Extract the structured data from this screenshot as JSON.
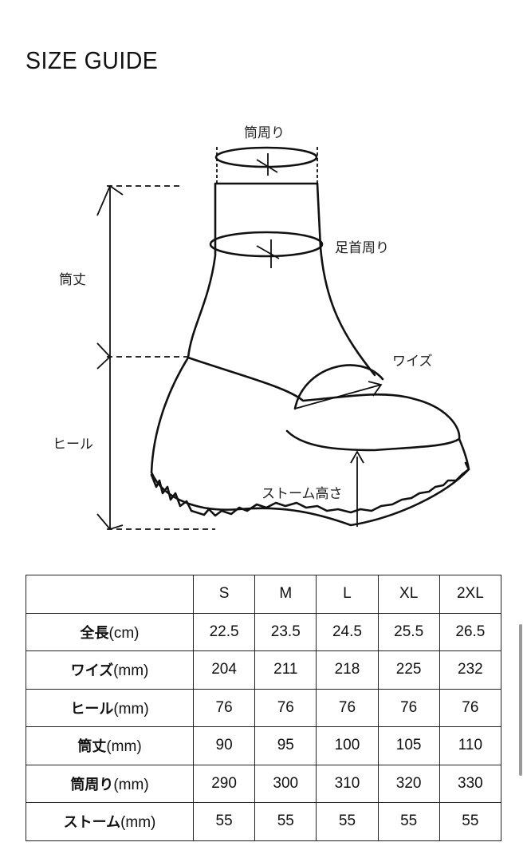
{
  "title": "SIZE GUIDE",
  "diagram": {
    "labels": {
      "shaft_circumference": "筒周り",
      "ankle_circumference": "足首周り",
      "shaft_height": "筒丈",
      "width": "ワイズ",
      "heel": "ヒール",
      "platform_height": "ストーム高さ"
    }
  },
  "table": {
    "sizes": [
      "S",
      "M",
      "L",
      "XL",
      "2XL"
    ],
    "rows": [
      {
        "label": "全長",
        "unit": "(cm)",
        "values": [
          "22.5",
          "23.5",
          "24.5",
          "25.5",
          "26.5"
        ]
      },
      {
        "label": "ワイズ",
        "unit": "(mm)",
        "values": [
          "204",
          "211",
          "218",
          "225",
          "232"
        ]
      },
      {
        "label": "ヒール",
        "unit": "(mm)",
        "values": [
          "76",
          "76",
          "76",
          "76",
          "76"
        ]
      },
      {
        "label": "筒丈",
        "unit": "(mm)",
        "values": [
          "90",
          "95",
          "100",
          "105",
          "110"
        ]
      },
      {
        "label": "筒周り",
        "unit": "(mm)",
        "values": [
          "290",
          "300",
          "310",
          "320",
          "330"
        ]
      },
      {
        "label": "ストーム",
        "unit": "(mm)",
        "values": [
          "55",
          "55",
          "55",
          "55",
          "55"
        ]
      }
    ]
  }
}
